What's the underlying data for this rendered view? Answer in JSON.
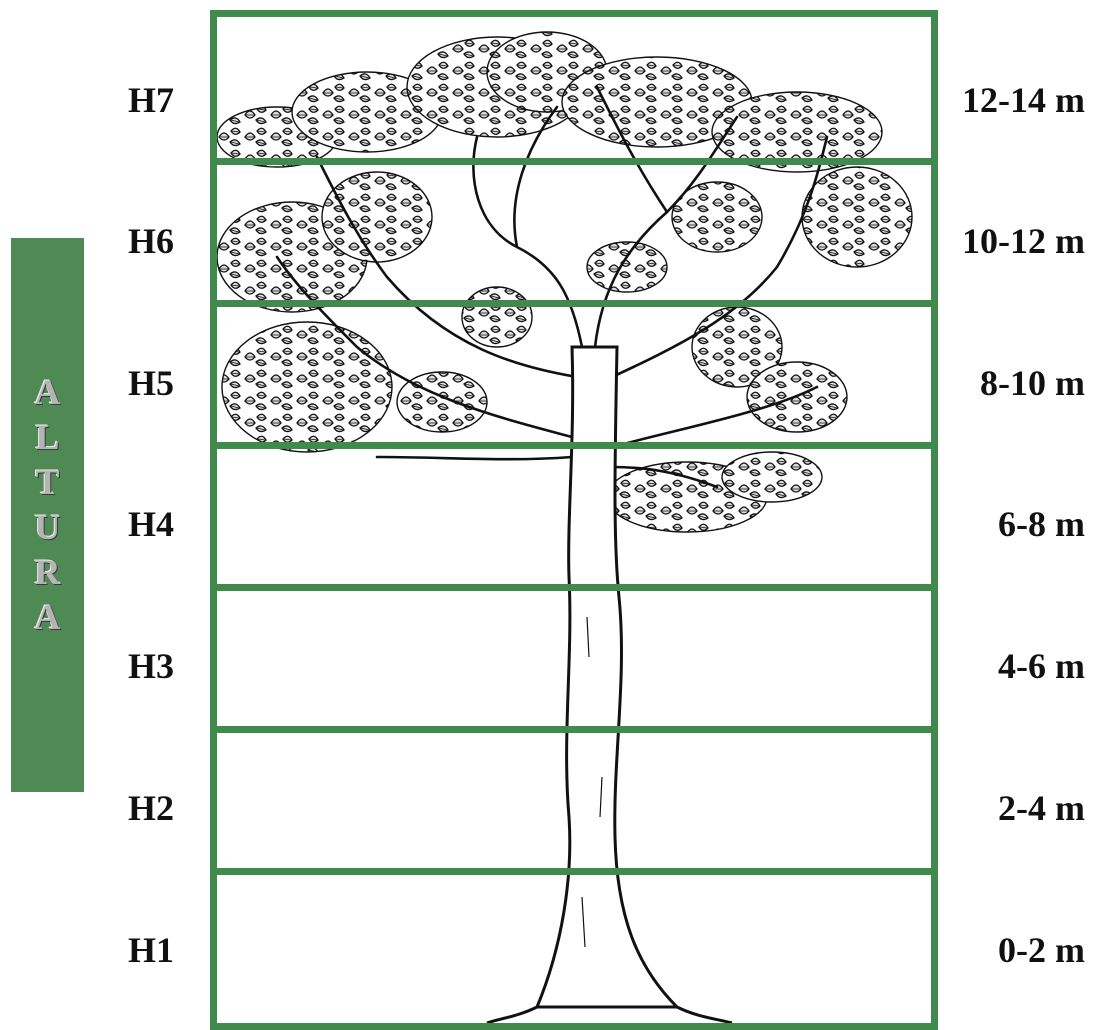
{
  "axis_title_letters": [
    "A",
    "L",
    "T",
    "U",
    "R",
    "A"
  ],
  "levels": [
    {
      "name": "H7",
      "range": "12-14 m"
    },
    {
      "name": "H6",
      "range": "10-12 m"
    },
    {
      "name": "H5",
      "range": "8-10 m"
    },
    {
      "name": "H4",
      "range": "6-8 m"
    },
    {
      "name": "H3",
      "range": "4-6 m"
    },
    {
      "name": "H2",
      "range": "2-4 m"
    },
    {
      "name": "H1",
      "range": "0-2 m"
    }
  ],
  "colors": {
    "frame_green": "#3f8a4c",
    "side_bar_green": "#4f8a55",
    "text": "#111111"
  }
}
